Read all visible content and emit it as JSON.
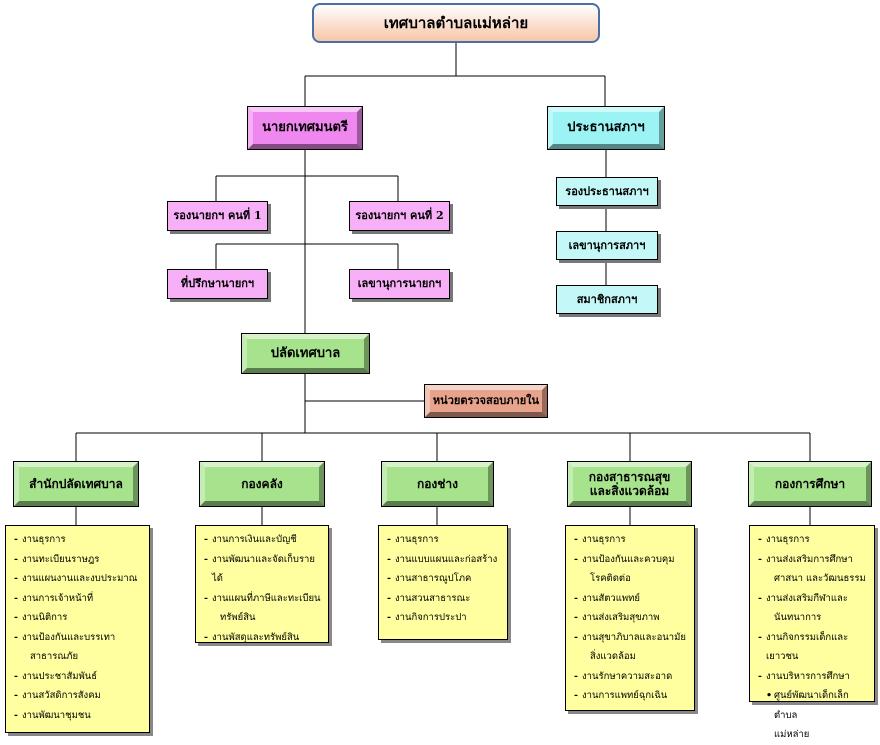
{
  "top": {
    "label": "เทศบาลตำบลแม่หล่าย"
  },
  "mayor": {
    "label": "นายกเทศมนตรี"
  },
  "council_chair": {
    "label": "ประธานสภาฯ"
  },
  "deputy1": {
    "label": "รองนายกฯ คนที่ 1"
  },
  "deputy2": {
    "label": "รองนายกฯ คนที่ 2"
  },
  "advisor": {
    "label": "ที่ปรึกษานายกฯ"
  },
  "mayor_secretary": {
    "label": "เลขานุการนายกฯ"
  },
  "vice_council_chair": {
    "label": "รองประธานสภาฯ"
  },
  "council_secretary": {
    "label": "เลขานุการสภาฯ"
  },
  "council_member": {
    "label": "สมาชิกสภาฯ"
  },
  "clerk": {
    "label": "ปลัดเทศบาล"
  },
  "audit": {
    "label": "หน่วยตรวจสอบภายใน"
  },
  "departments": [
    {
      "label": "สำนักปลัดเทศบาล",
      "items": [
        "งานธุรการ",
        "งานทะเบียนราษฎร",
        "งานแผนงานและงบประมาณ",
        "งานการเจ้าหน้าที่",
        "งานนิติการ",
        "งานป้องกันและบรรเทา",
        "สาธารณภัย",
        "งานประชาสัมพันธ์",
        "งานสวัสดิการสังคม",
        "งานพัฒนาชุมชน"
      ]
    },
    {
      "label": "กองคลัง",
      "items": [
        "งานการเงินและบัญชี",
        "งานพัฒนาและจัดเก็บรายได้",
        "งานแผนที่ภาษีและทะเบียน",
        "ทรัพย์สิน",
        "งานพัสดุและทรัพย์สิน"
      ]
    },
    {
      "label": "กองช่าง",
      "items": [
        "งานธุรการ",
        "งานแบบแผนและก่อสร้าง",
        "งานสาธารณูปโภค",
        "งานสวนสาธารณะ",
        "งานกิจการประปา"
      ]
    },
    {
      "label_line1": "กองสาธารณสุข",
      "label_line2": "และสิ่งแวดล้อม",
      "items": [
        "งานธุรการ",
        "งานป้องกันและควบคุม",
        "โรคติดต่อ",
        "งานสัตวแพทย์",
        "งานส่งเสริมสุขภาพ",
        "งานสุขาภิบาลและอนามัย",
        "สิ่งแวดล้อม",
        "งานรักษาความสะอาด",
        "งานการแพทย์ฉุกเฉิน"
      ]
    },
    {
      "label": "กองการศึกษา",
      "items": [
        "งานธุรการ",
        "งานส่งเสริมการศึกษา",
        "ศาสนา และวัฒนธรรม",
        "งานส่งเสริมกีฬาและ",
        "นันทนาการ",
        "งานกิจกรรมเด็กและเยาวชน",
        "งานบริหารการศึกษา",
        "ศูนย์พัฒนาเด็กเล็กตำบล",
        "แม่หล่าย"
      ]
    }
  ]
}
